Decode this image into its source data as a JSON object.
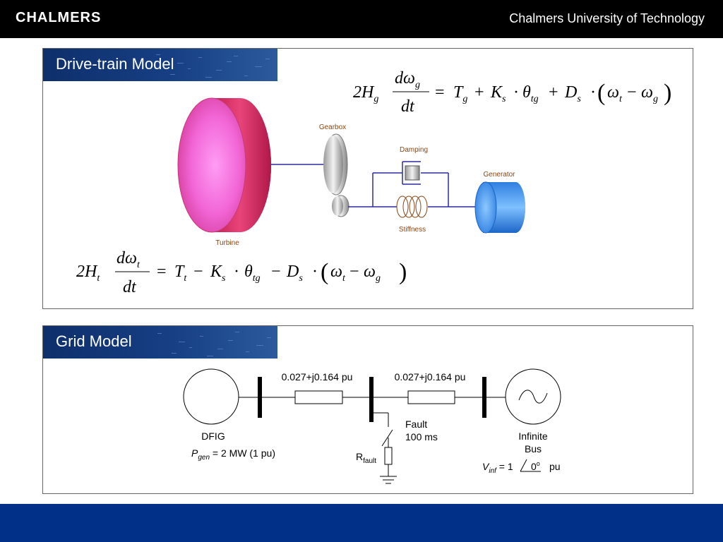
{
  "header": {
    "logo": "CHALMERS",
    "university": "Chalmers University of Technology"
  },
  "drivetrain": {
    "title": "Drive-train Model",
    "labels": {
      "gearbox": "Gearbox",
      "damping": "Damping",
      "generator": "Generator",
      "stiffness": "Stiffness",
      "turbine": "Turbine"
    },
    "eq_generator": "2H_g dω_g/dt = T_g + K_s·θ_tg + D_s·(ω_t − ω_g)",
    "eq_turbine": "2H_t dω_t/dt = T_t − K_s·θ_tg − D_s·(ω_t − ω_g)"
  },
  "grid": {
    "title": "Grid Model",
    "impedance1": "0.027+j0.164 pu",
    "impedance2": "0.027+j0.164 pu",
    "dfig": "DFIG",
    "pgen_symbol": "P",
    "pgen_sub": "gen",
    "pgen_value": " = 2 MW (1 pu)",
    "fault_line1": "Fault",
    "fault_line2": "100 ms",
    "rfault_symbol": "R",
    "rfault_sub": "fault",
    "infinite_line1": "Infinite",
    "infinite_line2": "Bus",
    "vinf_symbol": "V",
    "vinf_sub": "inf",
    "vinf_eq": " = 1",
    "vinf_angle": "0",
    "vinf_unit": "pu"
  },
  "colors": {
    "topbar": "#000000",
    "footer": "#003087",
    "title_bar": "#173f84",
    "turbine": "#e8447a",
    "generator": "#3f93f0",
    "shaft": "#2a2aa0"
  }
}
